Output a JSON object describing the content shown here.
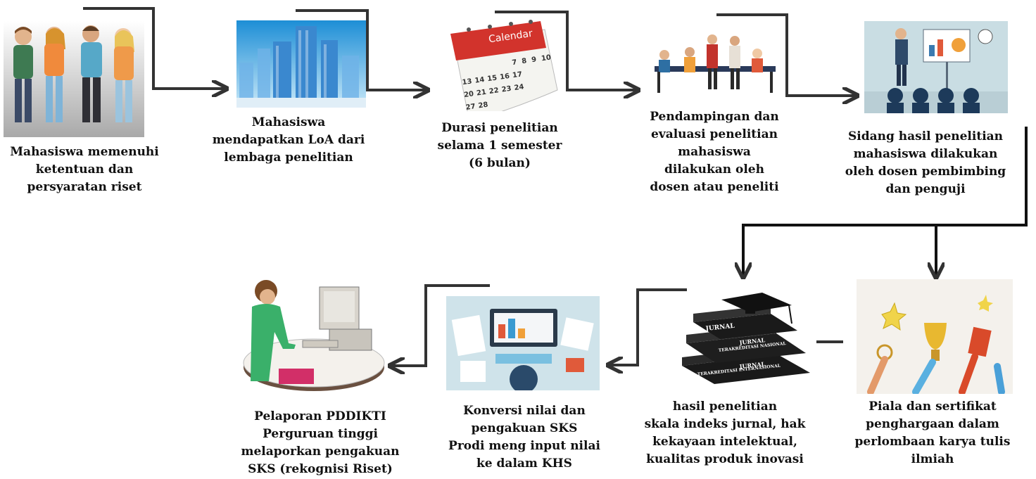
{
  "steps": [
    {
      "id": "s1",
      "lines": [
        "Mahasiswa memenuhi",
        "ketentuan dan",
        "persyaratan riset"
      ],
      "image": "students-illustration"
    },
    {
      "id": "s2",
      "lines": [
        "Mahasiswa",
        "mendapatkan LoA dari",
        "lembaga penelitian"
      ],
      "image": "city-buildings-illustration"
    },
    {
      "id": "s3",
      "lines": [
        "Durasi penelitian",
        "selama 1 semester",
        "(6 bulan)"
      ],
      "image": "calendar-illustration",
      "calendar_label": "Calendar",
      "calendar_numbers": [
        "7",
        "8",
        "9",
        "10",
        "13",
        "14",
        "15",
        "16",
        "17",
        "20",
        "21",
        "22",
        "23",
        "24",
        "27",
        "28"
      ]
    },
    {
      "id": "s4",
      "lines": [
        "Pendampingan dan",
        "evaluasi penelitian",
        "mahasiswa",
        "dilakukan oleh",
        "dosen atau peneliti"
      ],
      "image": "meeting-illustration"
    },
    {
      "id": "s5",
      "lines": [
        "Sidang hasil penelitian",
        "mahasiswa dilakukan",
        "oleh dosen pembimbing",
        "dan penguji"
      ],
      "image": "presentation-illustration"
    },
    {
      "id": "s6",
      "lines": [
        "Piala dan sertifikat",
        "penghargaan dalam",
        "perlombaan karya tulis",
        "ilmiah"
      ],
      "image": "trophy-certificate-illustration"
    },
    {
      "id": "s7",
      "lines": [
        "hasil penelitian",
        "skala indeks jurnal, hak",
        "kekayaan intelektual,",
        "kualitas produk inovasi"
      ],
      "image": "journal-books-illustration",
      "book_labels": [
        "JURNAL",
        "JURNAL",
        "TERAKREDITASI NASIONAL",
        "JURNAL",
        "TERAKREDITASI INTERNASIONAL"
      ]
    },
    {
      "id": "s8",
      "lines": [
        "Konversi nilai dan",
        "pengakuan SKS",
        "Prodi meng input nilai",
        "ke dalam KHS"
      ],
      "image": "workspace-illustration"
    },
    {
      "id": "s9",
      "lines": [
        "Pelaporan PDDIKTI",
        "Perguruan tinggi",
        "melaporkan pengakuan",
        "SKS (rekognisi Riset)"
      ],
      "image": "woman-computer-illustration"
    }
  ]
}
